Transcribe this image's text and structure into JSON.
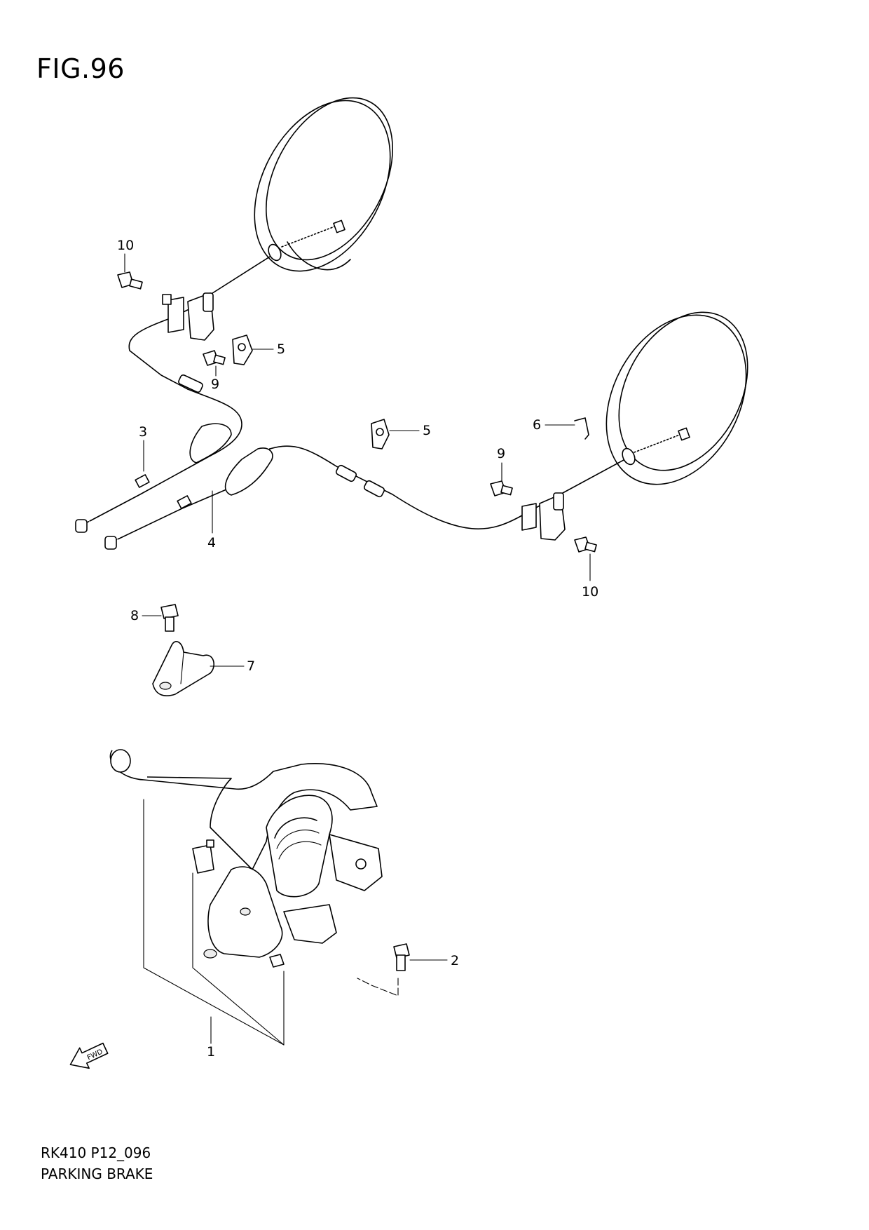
{
  "figure": {
    "title": "FIG.96",
    "model_code": "RK410 P12_096",
    "section_name": "PARKING BRAKE"
  },
  "callouts": {
    "c1": "1",
    "c2": "2",
    "c3": "3",
    "c4": "4",
    "c5a": "5",
    "c5b": "5",
    "c6": "6",
    "c7": "7",
    "c8": "8",
    "c9a": "9",
    "c9b": "9",
    "c10a": "10",
    "c10b": "10"
  },
  "fwd_arrow": {
    "label": "FWD",
    "icon": "fwd-arrow-icon"
  }
}
